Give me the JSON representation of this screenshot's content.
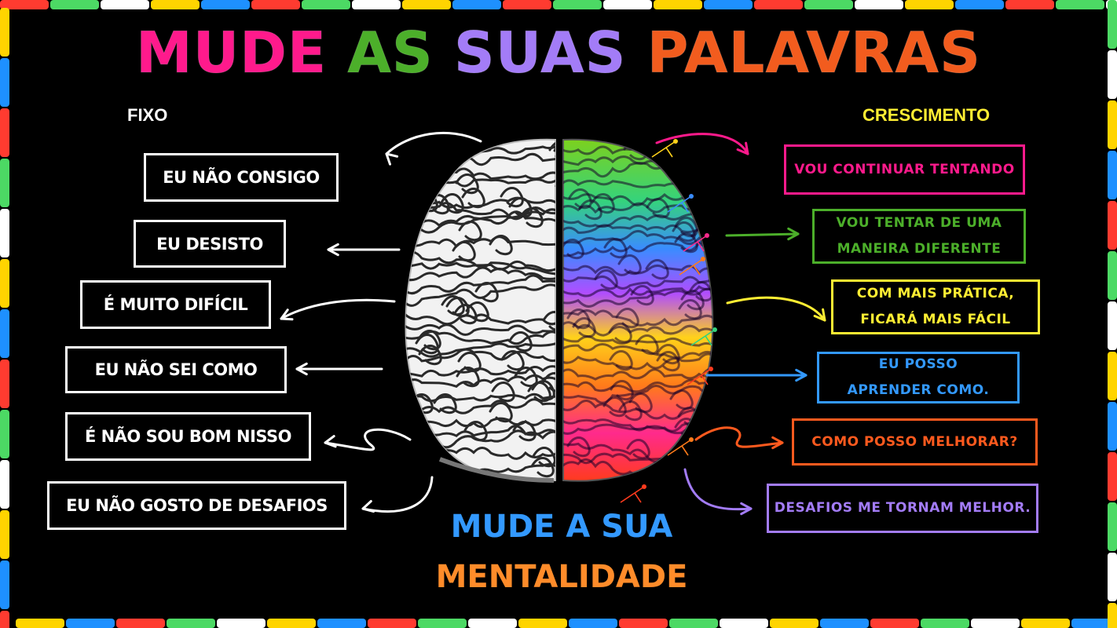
{
  "title": {
    "words": [
      {
        "text": "MUDE",
        "color": "#ff1a8c"
      },
      {
        "text": "AS",
        "color": "#4caf2a"
      },
      {
        "text": "SUAS",
        "color": "#a37cf7"
      },
      {
        "text": "PALAVRAS",
        "color": "#f25c1e"
      }
    ]
  },
  "fixed": {
    "label": "FIXO",
    "color": "#ffffff",
    "items": [
      "EU  NÃO CONSIGO",
      "EU DESISTO",
      "É MUITO DIFÍCIL",
      "EU  NÃO  SEI  COMO",
      "É NÃO SOU BOM NISSO",
      "EU NÃO GOSTO DE DESAFIOS"
    ]
  },
  "growth": {
    "label": "CRESCIMENTO",
    "label_color": "#ffee33",
    "items": [
      {
        "text": "VOU CONTINUAR TENTANDO",
        "color": "#ff1a8c"
      },
      {
        "text": "VOU TENTAR DE UMA\nMANEIRA DIFERENTE",
        "color": "#4caf2a"
      },
      {
        "text": "COM MAIS PRÁTICA,\nFICARÁ MAIS FÁCIL",
        "color": "#ffee33"
      },
      {
        "text": "EU POSSO\nAPRENDER COMO.",
        "color": "#3399ff"
      },
      {
        "text": "COMO POSSO MELHORAR?",
        "color": "#ff5a1e"
      },
      {
        "text": "DESAFIOS ME TORNAM MELHOR.",
        "color": "#a37cf7"
      }
    ]
  },
  "bottom": {
    "line1": "MUDE A SUA",
    "line1_color": "#3399ff",
    "line2": "MENTALIDADE",
    "line2_color": "#ff8c2a"
  },
  "icons": [
    "brain-illustration",
    "arrow-icon"
  ],
  "frame_colors": [
    "#ff3b30",
    "#ffd400",
    "#4cd964",
    "#1e90ff",
    "#ffffff"
  ]
}
